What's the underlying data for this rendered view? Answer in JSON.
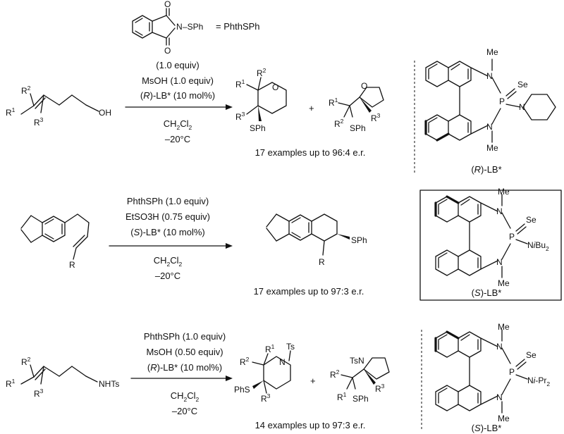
{
  "reagent": {
    "atoms": {
      "o_top": "O",
      "o_bottom": "O",
      "n": "N",
      "dash_sph": "–SPh"
    },
    "equals_label": "= PhthSPh"
  },
  "reaction1": {
    "conditions": [
      "(1.0 equiv)",
      "MsOH (1.0 equiv)",
      "(",
      "R",
      ")-LB* (10 mol%)"
    ],
    "solvent": "CH2Cl2",
    "temperature": "–20°C",
    "result": "17 examples up to 96:4 e.r.",
    "plus": "+",
    "substrate": {
      "r2": "R2",
      "r1": "R1",
      "r3": "R3",
      "oh": "OH"
    },
    "product1": {
      "r1": "R1",
      "r2": "R2",
      "o": "O",
      "r3": "R3",
      "sph": "SPh"
    },
    "product2": {
      "r1": "R1",
      "r2": "R2",
      "o": "O",
      "r3": "R3",
      "sph": "SPh"
    }
  },
  "catalyst1": {
    "label_paren_open": "(",
    "label_config": "R",
    "label_rest": ")-LB*",
    "atoms": {
      "n_top": "N",
      "me_top": "Me",
      "p": "P",
      "se": "Se",
      "n_bottom": "N",
      "me_bottom": "Me",
      "n_ring": "N"
    }
  },
  "reaction2": {
    "conditions": [
      "PhthSPh (1.0 equiv)",
      "EtSO3H (0.75 equiv)",
      "(",
      "S",
      ")-LB* (10 mol%)"
    ],
    "solvent": "CH2Cl2",
    "temperature": "–20°C",
    "result": "17 examples up to 97:3 e.r.",
    "substrate": {
      "r": "R"
    },
    "product": {
      "sph": "SPh",
      "r": "R"
    }
  },
  "catalyst2": {
    "label_paren_open": "(",
    "label_config": "S",
    "label_rest": ")-LB*",
    "atoms": {
      "n_top": "N",
      "me_top": "Me",
      "p": "P",
      "se": "Se",
      "n_amine": "NiBu2",
      "n_bottom": "N",
      "me_bottom": "Me"
    }
  },
  "reaction3": {
    "conditions": [
      "PhthSPh (1.0 equiv)",
      "MsOH (0.50 equiv)",
      "(",
      "R",
      ")-LB* (10 mol%)"
    ],
    "solvent": "CH2Cl2",
    "temperature": "–20°C",
    "result": "14 examples up to 97:3 e.r.",
    "plus": "+",
    "substrate": {
      "r2": "R2",
      "r1": "R1",
      "r3": "R3",
      "nhts": "NHTs"
    },
    "product1": {
      "ts": "Ts",
      "n": "N",
      "r1": "R1",
      "r2": "R2",
      "phs": "PhS",
      "r3": "R3"
    },
    "product2": {
      "tsn": "TsN",
      "r2": "R2",
      "r3": "R3",
      "r1": "R1",
      "sph": "SPh"
    }
  },
  "catalyst3": {
    "label_paren_open": "(",
    "label_config": "S",
    "label_rest": ")-LB*",
    "atoms": {
      "n_top": "N",
      "me_top": "Me",
      "p": "P",
      "se": "Se",
      "n_amine": "Ni-Pr2",
      "n_bottom": "N",
      "me_bottom": "Me"
    }
  }
}
